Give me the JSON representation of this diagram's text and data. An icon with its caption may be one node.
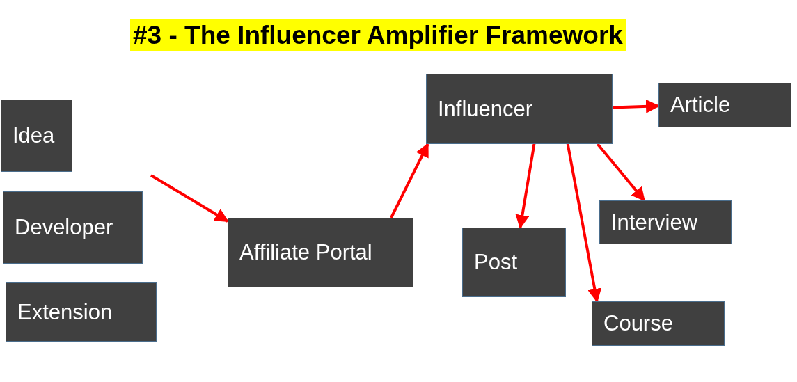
{
  "diagram": {
    "title": "#3 - The Influencer Amplifier Framework",
    "nodes": [
      {
        "text": [
          "Idea"
        ]
      },
      {
        "text": [
          "Developer"
        ]
      },
      {
        "text": [
          "Extension"
        ]
      },
      {
        "text": [
          "Affiliate Portal"
        ]
      },
      {
        "text": [
          "Influencer"
        ]
      },
      {
        "text": [
          "Article"
        ]
      },
      {
        "text": [
          "Interview"
        ]
      },
      {
        "text": [
          "Post"
        ]
      },
      {
        "text": [
          "Course"
        ]
      }
    ],
    "edges": [
      {
        "from": null,
        "to": 3,
        "arrow": "to"
      },
      {
        "from": 3,
        "to": 4,
        "arrow": "to"
      },
      {
        "from": 4,
        "to": 5,
        "arrow": "to"
      },
      {
        "from": 4,
        "to": 7,
        "arrow": "to"
      },
      {
        "from": 4,
        "to": 8,
        "arrow": "to"
      },
      {
        "from": 4,
        "to": 6,
        "arrow": "to"
      }
    ]
  }
}
